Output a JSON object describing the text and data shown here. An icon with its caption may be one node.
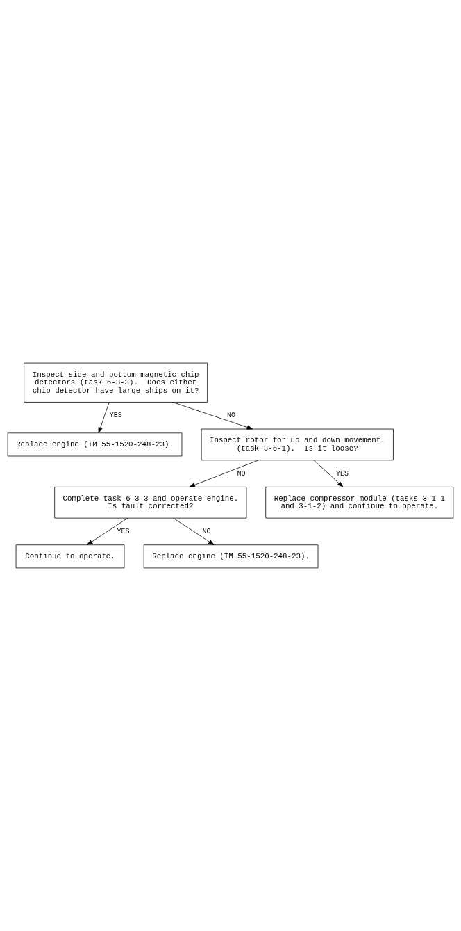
{
  "diagram": {
    "nodes": [
      {
        "text": [
          "Inspect side and bottom magnetic chip detectors (task 6-3-3).  Does either chip detector have large ships on it?"
        ]
      },
      {
        "text": [
          "Replace engine (TM 55-1520-248-23)."
        ]
      },
      {
        "text": [
          "Inspect rotor for up and down movement. (task 3-6-1).  Is it loose?"
        ]
      },
      {
        "text": [
          "Complete task 6-3-3 and operate engine.  Is fault corrected?"
        ]
      },
      {
        "text": [
          "Continue to operate."
        ]
      },
      {
        "text": [
          "Replace compressor module (tasks 3-1-1 and 3-1-2) and continue to operate."
        ]
      },
      {
        "text": [
          "Replace engine (TM 55-1520-248-23)."
        ]
      }
    ],
    "edges": [
      {
        "from": 0,
        "to": 1,
        "arrow": "to",
        "label": "YES"
      },
      {
        "from": 0,
        "to": 2,
        "arrow": "to",
        "label": "NO"
      },
      {
        "from": 2,
        "to": 3,
        "arrow": "to",
        "label": "NO"
      },
      {
        "from": 2,
        "to": 5,
        "arrow": "to",
        "label": "YES"
      },
      {
        "from": 3,
        "to": 4,
        "arrow": "to",
        "label": "YES"
      },
      {
        "from": 3,
        "to": 6,
        "arrow": "to",
        "label": "NO"
      }
    ]
  }
}
